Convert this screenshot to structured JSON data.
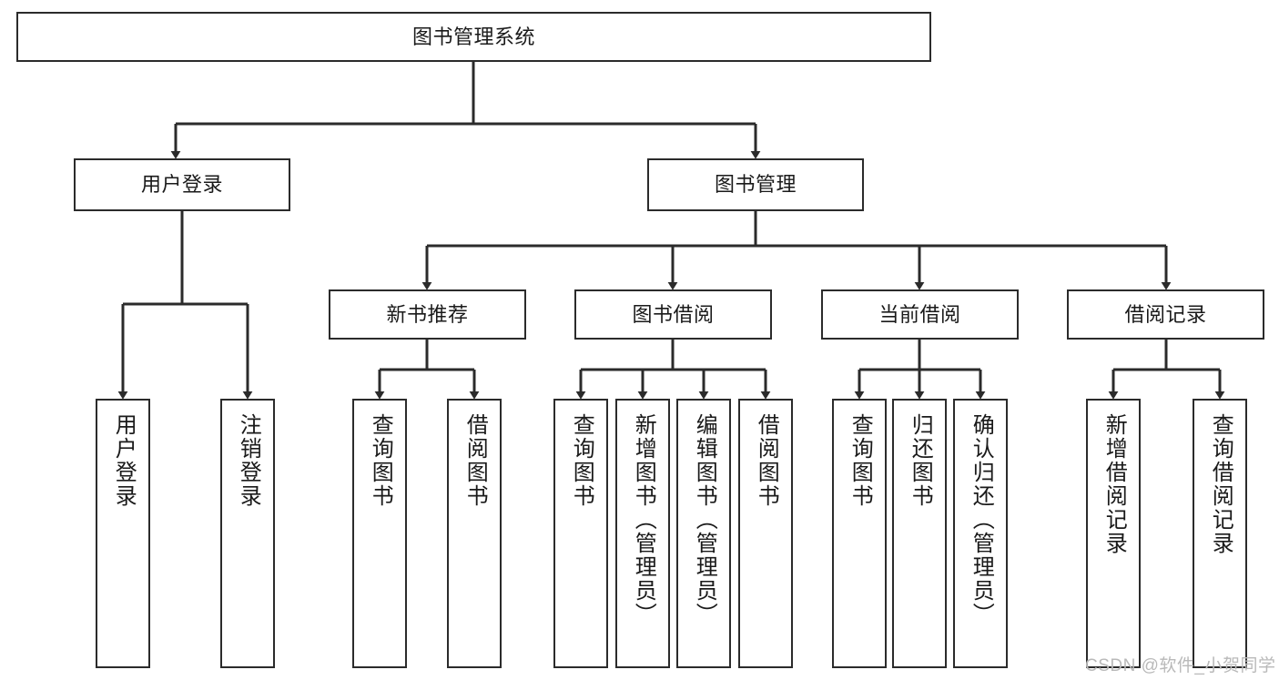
{
  "diagram": {
    "title": "图书管理系统",
    "type": "tree-hierarchy",
    "root": {
      "id": "root",
      "label": "图书管理系统"
    },
    "level2": [
      {
        "id": "user-login",
        "label": "用户登录"
      },
      {
        "id": "book-manage",
        "label": "图书管理"
      }
    ],
    "level3": [
      {
        "id": "new-book-rec",
        "label": "新书推荐"
      },
      {
        "id": "book-borrow",
        "label": "图书借阅"
      },
      {
        "id": "current-borrow",
        "label": "当前借阅"
      },
      {
        "id": "borrow-record",
        "label": "借阅记录"
      }
    ],
    "leaves": {
      "user_login": [
        {
          "id": "leaf-user-login",
          "label": "用户登录"
        },
        {
          "id": "leaf-logout-login",
          "label": "注销登录"
        }
      ],
      "new_book_rec": [
        {
          "id": "leaf-query-book-1",
          "label": "查询图书"
        },
        {
          "id": "leaf-borrow-book-1",
          "label": "借阅图书"
        }
      ],
      "book_borrow": [
        {
          "id": "leaf-query-book-2",
          "label": "查询图书"
        },
        {
          "id": "leaf-add-book",
          "label": "新增图书（管理员）"
        },
        {
          "id": "leaf-edit-book",
          "label": "编辑图书（管理员）"
        },
        {
          "id": "leaf-borrow-book-2",
          "label": "借阅图书"
        }
      ],
      "current_borrow": [
        {
          "id": "leaf-query-book-3",
          "label": "查询图书"
        },
        {
          "id": "leaf-return-book",
          "label": "归还图书"
        },
        {
          "id": "leaf-confirm-return",
          "label": "确认归还（管理员）"
        }
      ],
      "borrow_record": [
        {
          "id": "leaf-add-record",
          "label": "新增借阅记录"
        },
        {
          "id": "leaf-query-record",
          "label": "查询借阅记录"
        }
      ]
    }
  },
  "watermark": {
    "text": "CSDN @软件_小贺同学"
  },
  "colors": {
    "stroke": "#2b2b2b",
    "fill": "#ffffff",
    "text": "#1a1a1a",
    "watermark": "#b9b9b9"
  }
}
